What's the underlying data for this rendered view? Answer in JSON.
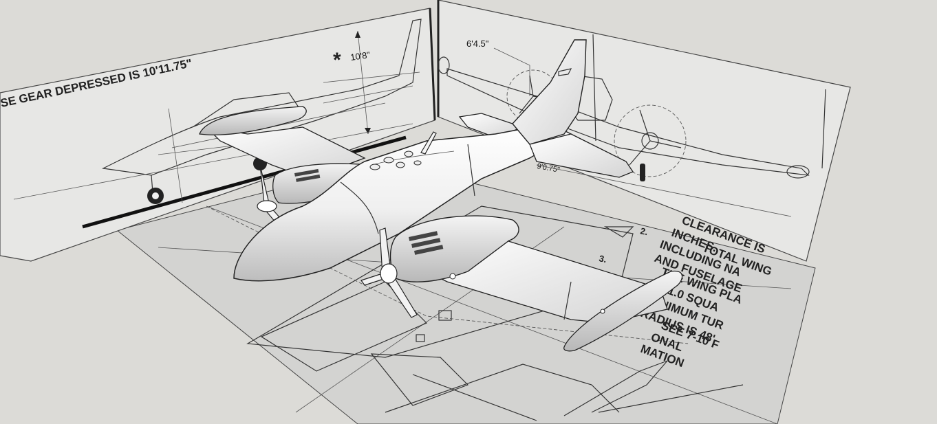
{
  "viewport": {
    "colors": {
      "background": "#dcdbd7",
      "panel": "#e6e6e4",
      "floor": "#d2d2d0",
      "model_light": "#fbfbfb",
      "model_shadow": "#bcbcbc",
      "ink": "#222222"
    }
  },
  "blueprint_left": {
    "gear_note": "SE GEAR DEPRESSED IS 10'11.75\"",
    "asterisk": "*",
    "height_dim": "10'8\""
  },
  "blueprint_right": {
    "prop_dim": "6'4.5\"",
    "center_dim": "9'0.75\""
  },
  "blueprint_floor": {
    "note_2": "2.",
    "note_3": "3.",
    "note_lines": [
      "CLEARANCE IS",
      "INCHES.",
      "TOTAL WING",
      "INCLUDING NA",
      "AND FUSELAGE",
      "THE WING PLA",
      "IS 1.0 SQUA",
      "MINIMUM TUR",
      "RADIUS IS 48'",
      "SEE 7-10 F",
      "ONAL",
      "MATION"
    ]
  }
}
